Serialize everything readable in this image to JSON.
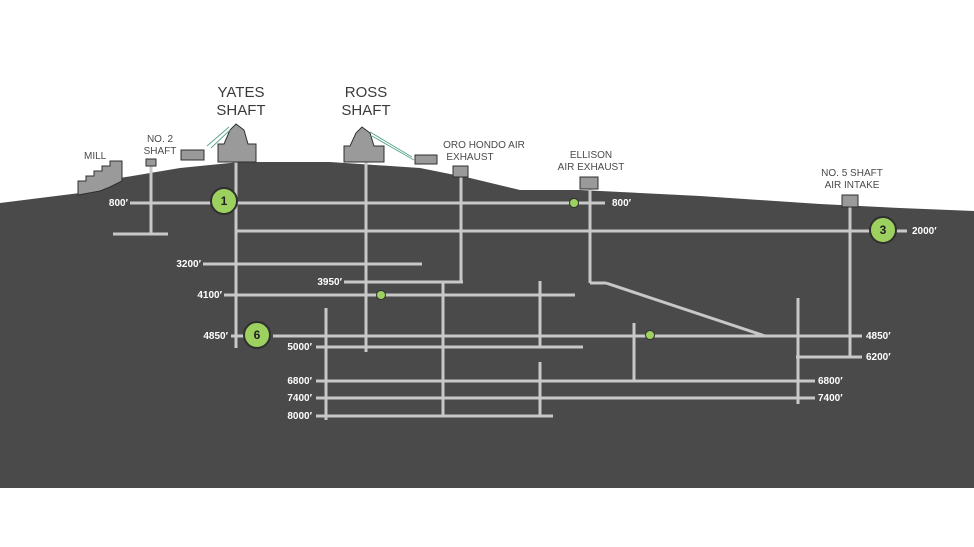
{
  "surface_labels": {
    "mill": "MILL",
    "no2_line1": "NO. 2",
    "no2_line2": "SHAFT",
    "yates_line1": "YATES",
    "yates_line2": "SHAFT",
    "ross_line1": "ROSS",
    "ross_line2": "SHAFT",
    "oro_line1": "ORO HONDO AIR",
    "oro_line2": "EXHAUST",
    "ellison_line1": "ELLISON",
    "ellison_line2": "AIR EXHAUST",
    "no5_line1": "NO. 5 SHAFT",
    "no5_line2": "AIR INTAKE"
  },
  "depth_labels": {
    "d800_left": "800′",
    "d800_right": "800′",
    "d2000": "2000′",
    "d3200": "3200′",
    "d3950": "3950′",
    "d4100": "4100′",
    "d4850_left": "4850′",
    "d4850_right": "4850′",
    "d5000": "5000′",
    "d6200": "6200′",
    "d6800_left": "6800′",
    "d6800_right": "6800′",
    "d7400_left": "7400′",
    "d7400_right": "7400′",
    "d8000": "8000′"
  },
  "badges": {
    "b1": "1",
    "b3": "3",
    "b6": "6"
  },
  "colors": {
    "rock": "#4a4a4a",
    "tunnel": "#c8c8c8",
    "badge": "#9dd15f",
    "building": "#9a9a9a",
    "outline": "#2f2f2f",
    "cable": "#5fa88a"
  }
}
